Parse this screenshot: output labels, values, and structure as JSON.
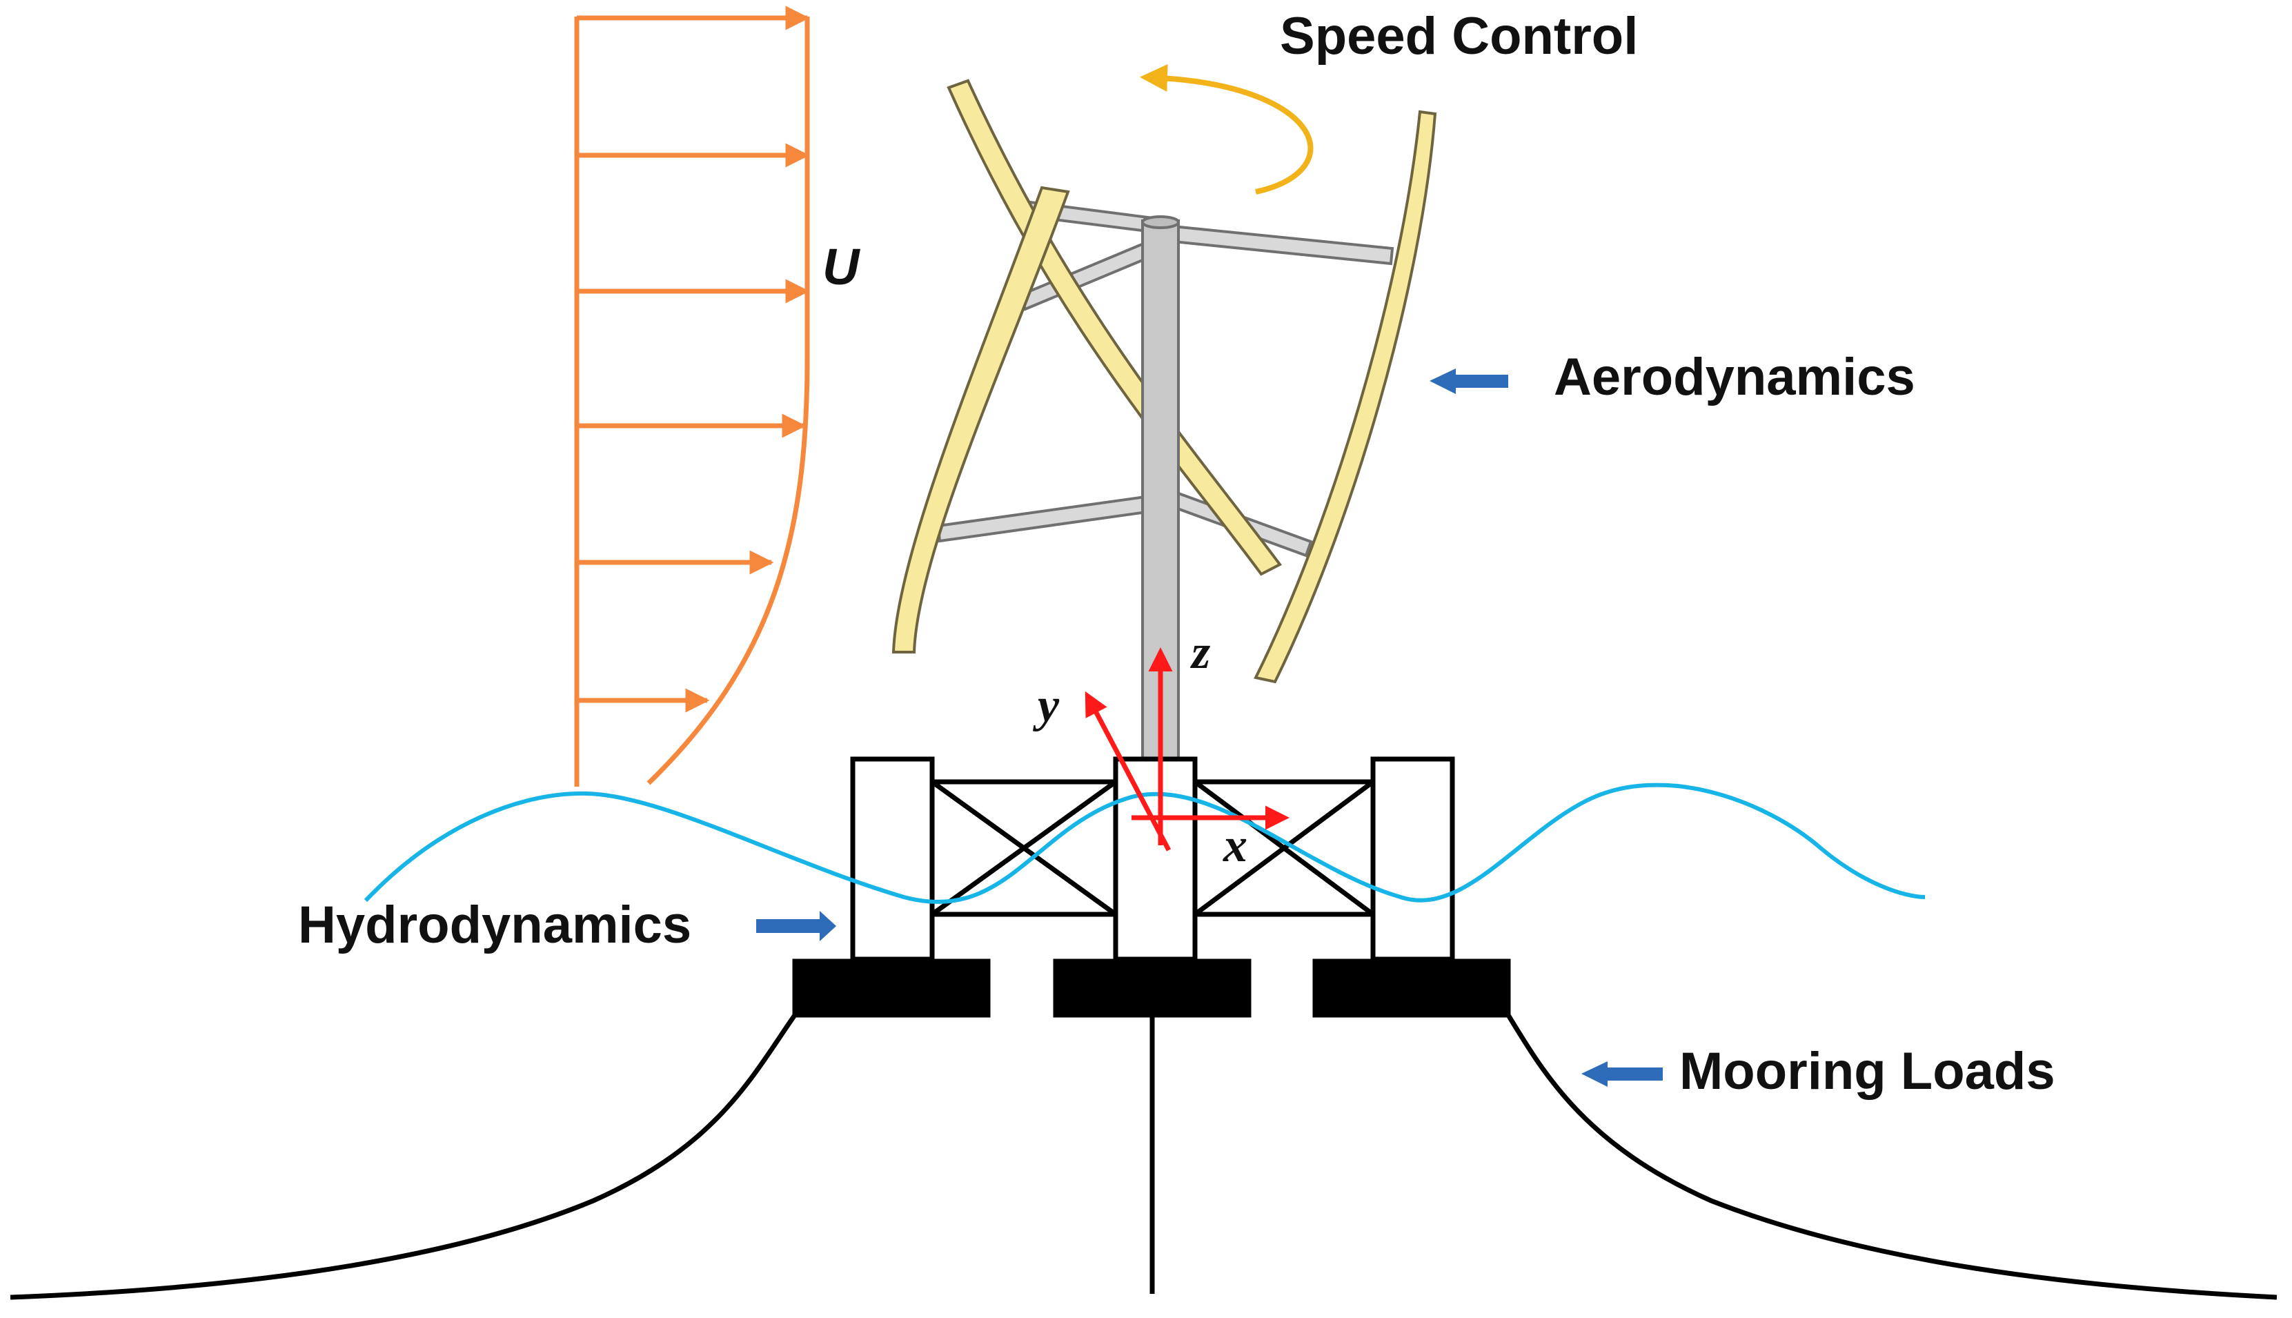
{
  "labels": {
    "speed_control": "Speed Control",
    "aerodynamics": "Aerodynamics",
    "hydrodynamics": "Hydrodynamics",
    "mooring_loads": "Mooring Loads",
    "wind_speed": "U"
  },
  "axes": {
    "x": "x",
    "y": "y",
    "z": "z"
  },
  "colors": {
    "wind_profile": "#f5883c",
    "speed_arrow": "#f2b21a",
    "blade_fill": "#f7ea9f",
    "blade_stroke": "#6e6440",
    "tower": "#c8c8c8",
    "strut": "#d9d9d9",
    "axis": "#ff1a1a",
    "wave": "#17b4e8",
    "pointer_arrow": "#2e6cb9",
    "structure": "#000000"
  },
  "icons": {
    "pointer": "right-pointing-block-arrow-icon",
    "pointer_left": "left-pointing-block-arrow-icon"
  }
}
